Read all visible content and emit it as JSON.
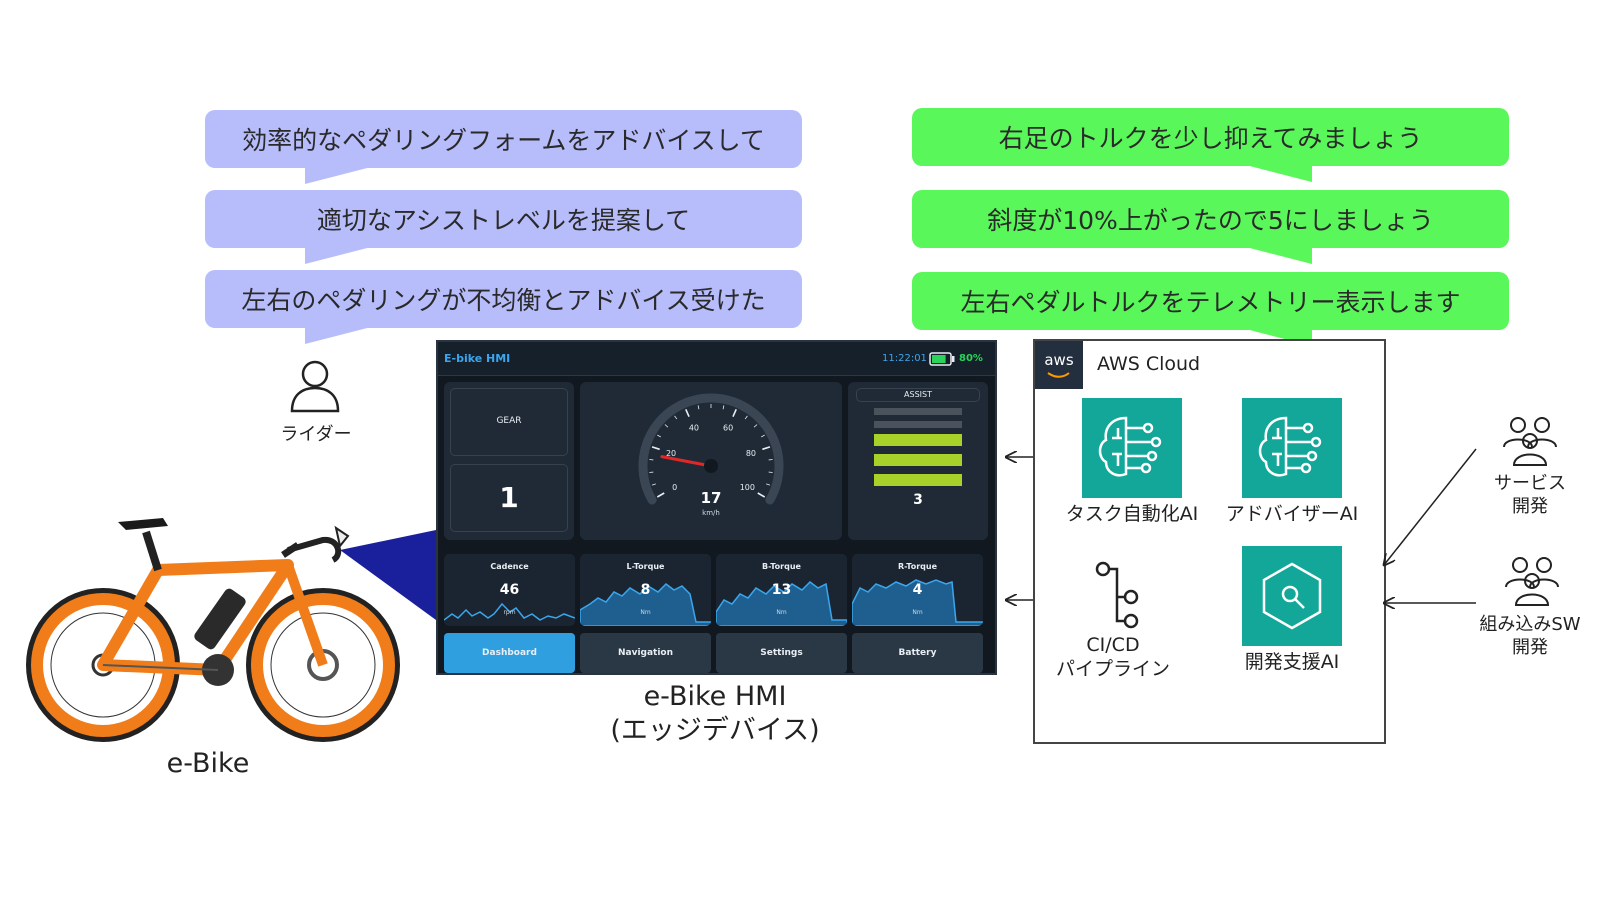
{
  "speech": {
    "user": [
      "効率的なペダリングフォームをアドバイスして",
      "適切なアシストレベルを提案して",
      "左右のペダリングが不均衡とアドバイス受けた"
    ],
    "ai": [
      "右足のトルクを少し抑えてみましょう",
      "斜度が10%上がったので5にしましょう",
      "左右ペダルトルクをテレメトリー表示します"
    ]
  },
  "rider_label": "ライダー",
  "ebike_label": "e-Bike",
  "hmi_caption": [
    "e-Bike HMI",
    "(エッジデバイス)"
  ],
  "hmi": {
    "title": "E-bike HMI",
    "time": "11:22:01",
    "battery": "80%",
    "battery_level": 0.8,
    "gear_label": "GEAR",
    "gear_value": "1",
    "speed": {
      "value": "17",
      "unit": "km/h",
      "ticks": [
        "0",
        "20",
        "40",
        "60",
        "80",
        "100"
      ],
      "reading": 17
    },
    "assist": {
      "label": "ASSIST",
      "value": "3",
      "level": 3,
      "max": 5
    },
    "minis": [
      {
        "title": "Cadence",
        "value": "46",
        "unit": "rpm"
      },
      {
        "title": "L-Torque",
        "value": "8",
        "unit": "Nm"
      },
      {
        "title": "B-Torque",
        "value": "13",
        "unit": "Nm"
      },
      {
        "title": "R-Torque",
        "value": "4",
        "unit": "Nm"
      }
    ],
    "nav": [
      "Dashboard",
      "Navigation",
      "Settings",
      "Battery"
    ]
  },
  "aws": {
    "logo": "aws",
    "title": "AWS Cloud",
    "services": [
      "タスク自動化AI",
      "アドバイザーAI",
      "開発支援AI"
    ],
    "cicd": [
      "CI/CD",
      "パイプライン"
    ]
  },
  "people": [
    [
      "サービス",
      "開発"
    ],
    [
      "組み込みSW",
      "開発"
    ]
  ],
  "colors": {
    "user_bubble": "#b7bcfb",
    "ai_bubble": "#59f75a",
    "aws_teal": "#13a79a",
    "hmi_accent": "#2f9fe0",
    "bike_orange": "#f07d1a",
    "assist_green": "#a8d22a"
  }
}
